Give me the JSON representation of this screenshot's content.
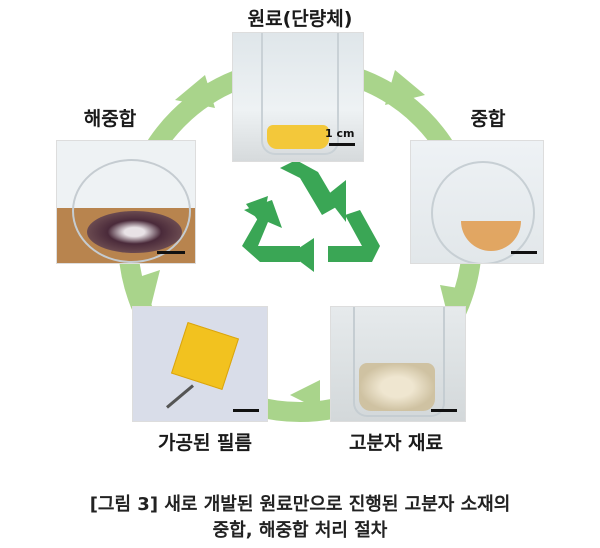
{
  "stages": {
    "monomer": "원료(단량체)",
    "polymerization": "중합",
    "polymer_material": "고분자 재료",
    "processed_film": "가공된 필름",
    "depolymerization": "해중합"
  },
  "scale_bar_label": "1 cm",
  "caption": {
    "line1": "[그림 3] 새로 개발된 원료만으로 진행된 고분자 소재의",
    "line2": "중합, 해중합 처리 절차"
  },
  "colors": {
    "arrow": "#a9d48b",
    "recycle": "#3aa655"
  }
}
